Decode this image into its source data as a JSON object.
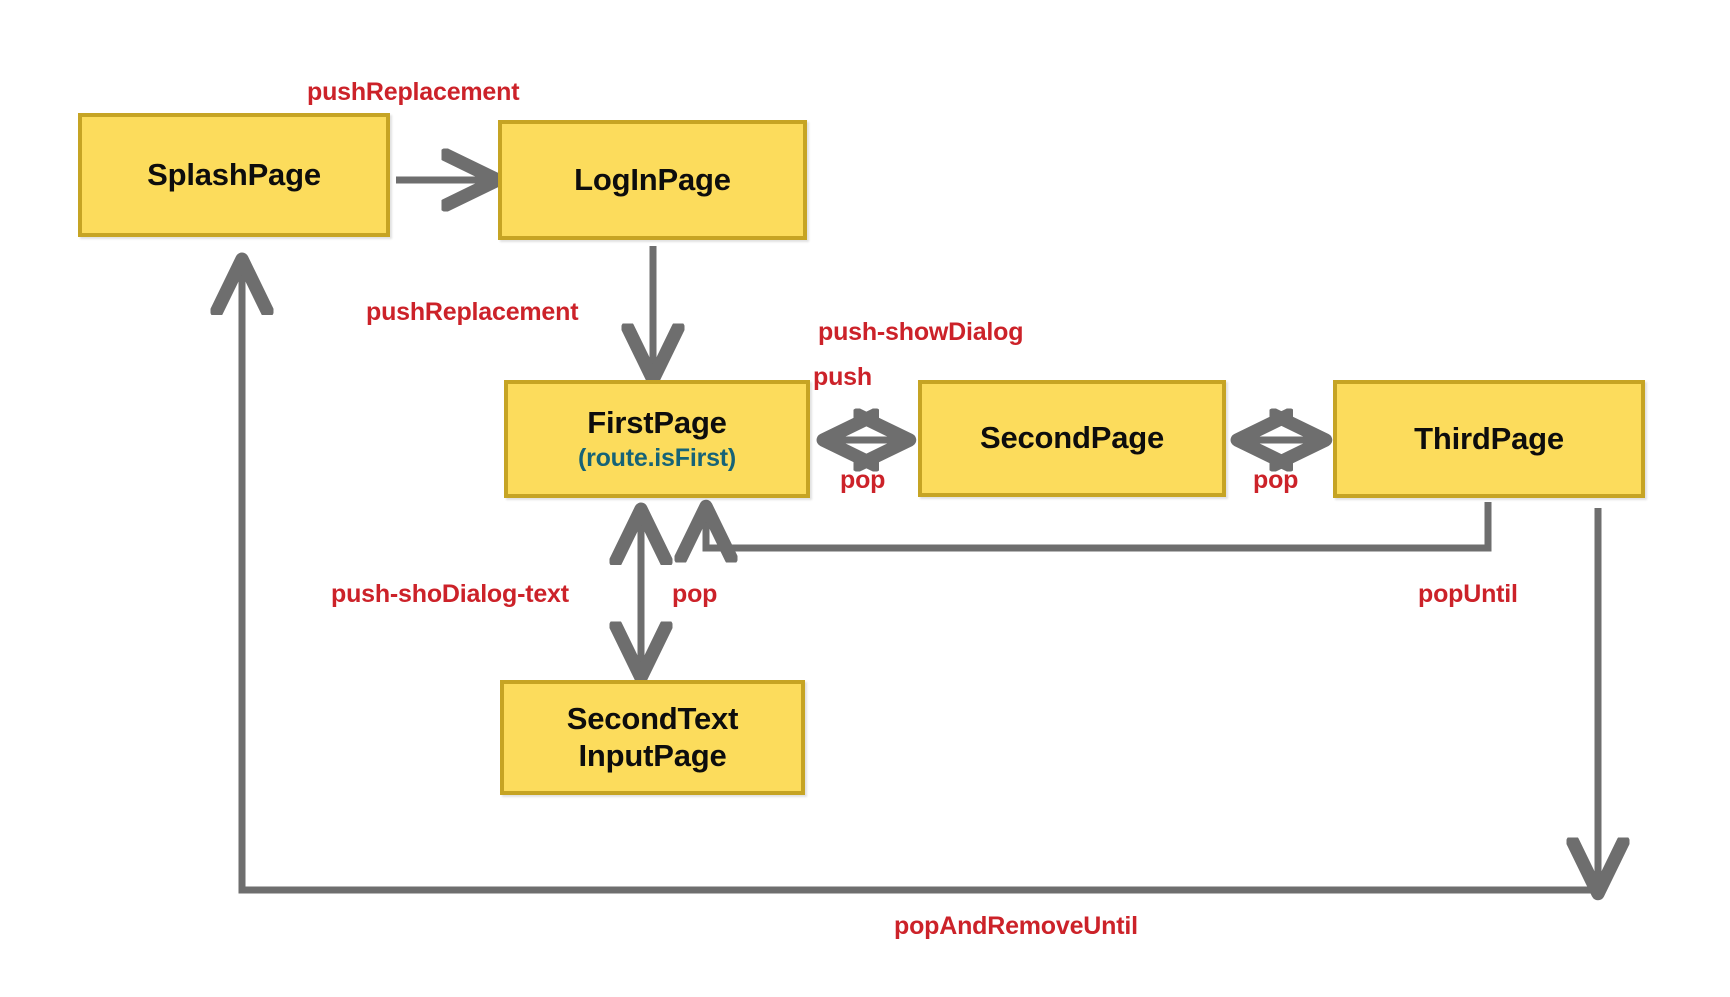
{
  "diagram": {
    "title": "Flutter Navigator page routing flow",
    "colors": {
      "node_fill": "#fcdc5c",
      "node_border": "#c6a424",
      "node_text": "#0d0d0d",
      "sub_text": "#166377",
      "edge": "#6e6e6e",
      "label": "#cc2229",
      "background": "#ffffff"
    },
    "nodes": [
      {
        "id": "splash",
        "title": "SplashPage",
        "subtitle": "",
        "line2": ""
      },
      {
        "id": "login",
        "title": "LogInPage",
        "subtitle": "",
        "line2": ""
      },
      {
        "id": "first",
        "title": "FirstPage",
        "subtitle": "(route.isFirst)",
        "line2": ""
      },
      {
        "id": "second",
        "title": "SecondPage",
        "subtitle": "",
        "line2": ""
      },
      {
        "id": "third",
        "title": "ThirdPage",
        "subtitle": "",
        "line2": ""
      },
      {
        "id": "secondtext",
        "title": "SecondText",
        "subtitle": "",
        "line2": "InputPage"
      }
    ],
    "edge_labels": [
      {
        "id": "l1",
        "text": "pushReplacement"
      },
      {
        "id": "l2",
        "text": "pushReplacement"
      },
      {
        "id": "l3",
        "text": "push-showDialog"
      },
      {
        "id": "l4",
        "text": "push"
      },
      {
        "id": "l5",
        "text": "pop"
      },
      {
        "id": "l6",
        "text": "pop"
      },
      {
        "id": "l7",
        "text": "push-shoDialog-text"
      },
      {
        "id": "l8",
        "text": "pop"
      },
      {
        "id": "l9",
        "text": "popUntil"
      },
      {
        "id": "l10",
        "text": "popAndRemoveUntil"
      }
    ]
  }
}
